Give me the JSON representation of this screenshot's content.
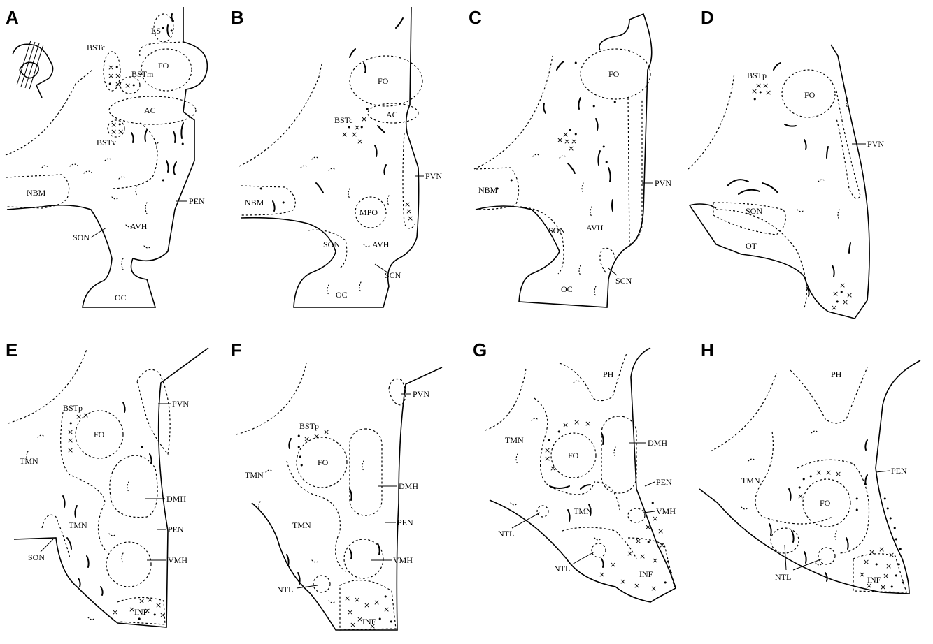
{
  "panels": [
    {
      "letter": "A",
      "labels": [
        "LS",
        "BSTc",
        "BSTm",
        "FO",
        "AC",
        "BSTv",
        "NBM",
        "PEN",
        "SON",
        "AVH",
        "OC"
      ]
    },
    {
      "letter": "B",
      "labels": [
        "FO",
        "AC",
        "BSTc",
        "PVN",
        "NBM",
        "MPO",
        "SON",
        "AVH",
        "SCN",
        "OC"
      ]
    },
    {
      "letter": "C",
      "labels": [
        "FO",
        "PVN",
        "NBM",
        "SON",
        "AVH",
        "SCN",
        "OC"
      ]
    },
    {
      "letter": "D",
      "labels": [
        "BSTp",
        "FO",
        "PVN",
        "SON",
        "OT"
      ]
    },
    {
      "letter": "E",
      "labels": [
        "BSTp",
        "PVN",
        "FO",
        "TMN",
        "DMH",
        "TMN",
        "PEN",
        "SON",
        "VMH",
        "INF"
      ]
    },
    {
      "letter": "F",
      "labels": [
        "PVN",
        "BSTp",
        "FO",
        "TMN",
        "DMH",
        "TMN",
        "PEN",
        "VMH",
        "NTL",
        "INF"
      ]
    },
    {
      "letter": "G",
      "labels": [
        "PH",
        "TMN",
        "DMH",
        "FO",
        "PEN",
        "VMH",
        "TMN",
        "NTL",
        "NTL",
        "INF"
      ]
    },
    {
      "letter": "H",
      "labels": [
        "PH",
        "PEN",
        "TMN",
        "FO",
        "NTL",
        "INF"
      ]
    }
  ],
  "markers": {
    "dot": "•",
    "cross": "×"
  }
}
